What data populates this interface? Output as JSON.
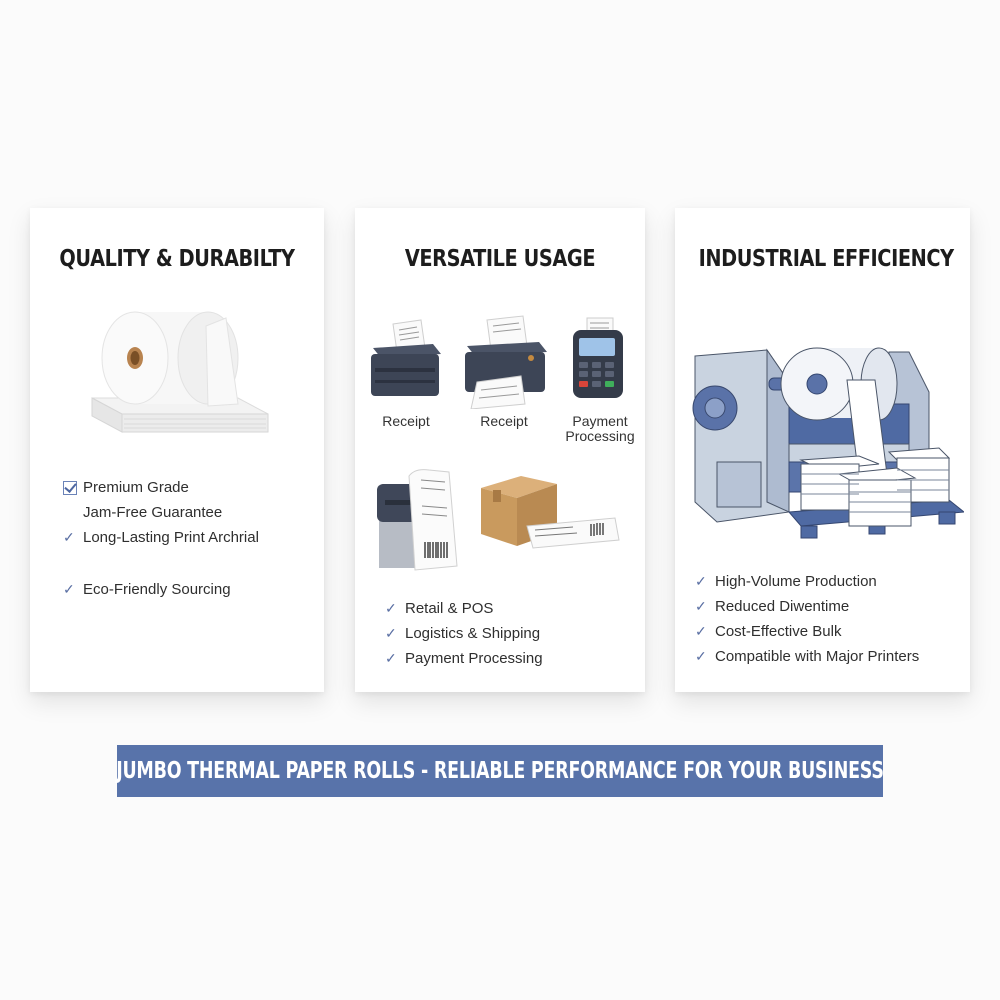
{
  "cards": [
    {
      "title": "QUALITY & DURABILTY",
      "illustration": "thermal-paper-roll-icon",
      "features": [
        {
          "label": "Premium Grade",
          "icon": "checkbox-checked-icon"
        },
        {
          "label": "Jam-Free Guarantee",
          "icon": "none"
        },
        {
          "label": "Long-Lasting Print Archrial",
          "icon": "check-icon"
        },
        {
          "label": "Eco-Friendly Sourcing",
          "icon": "check-icon"
        }
      ]
    },
    {
      "title": "VERSATILE USAGE",
      "icons": [
        {
          "label": "Receipt",
          "icon": "receipt-printer-icon"
        },
        {
          "label": "Receipt",
          "icon": "receipt-printer-output-icon"
        },
        {
          "label": "Payment Processing",
          "icon": "card-terminal-icon"
        },
        {
          "label": "",
          "icon": "label-printer-icon"
        },
        {
          "label": "",
          "icon": "shipping-box-label-icon"
        }
      ],
      "features": [
        {
          "label": "Retail & POS",
          "icon": "check-icon"
        },
        {
          "label": "Logistics & Shipping",
          "icon": "check-icon"
        },
        {
          "label": "Payment Processing",
          "icon": "check-icon"
        }
      ]
    },
    {
      "title": "INDUSTRIAL EFFICIENCY",
      "illustration": "industrial-slitter-machine-icon",
      "features": [
        {
          "label": "High-Volume Production",
          "icon": "check-icon"
        },
        {
          "label": "Reduced Diwentime",
          "icon": "check-icon"
        },
        {
          "label": "Cost-Effective Bulk",
          "icon": "check-icon"
        },
        {
          "label": "Compatible with Major Printers",
          "icon": "check-icon"
        }
      ]
    }
  ],
  "banner": {
    "text": "JUMBO THERMAL PAPER ROLLS - RELIABLE PERFORMANCE FOR YOUR BUSINESS",
    "color": "#5873aa"
  },
  "colors": {
    "accent": "#5a6fa3",
    "machine_blue": "#4f6aa3",
    "machine_gray": "#c9d3e0",
    "printer_dark": "#3e4656",
    "box_brown": "#c99a5e"
  },
  "glyphs": {
    "check": "✓"
  }
}
